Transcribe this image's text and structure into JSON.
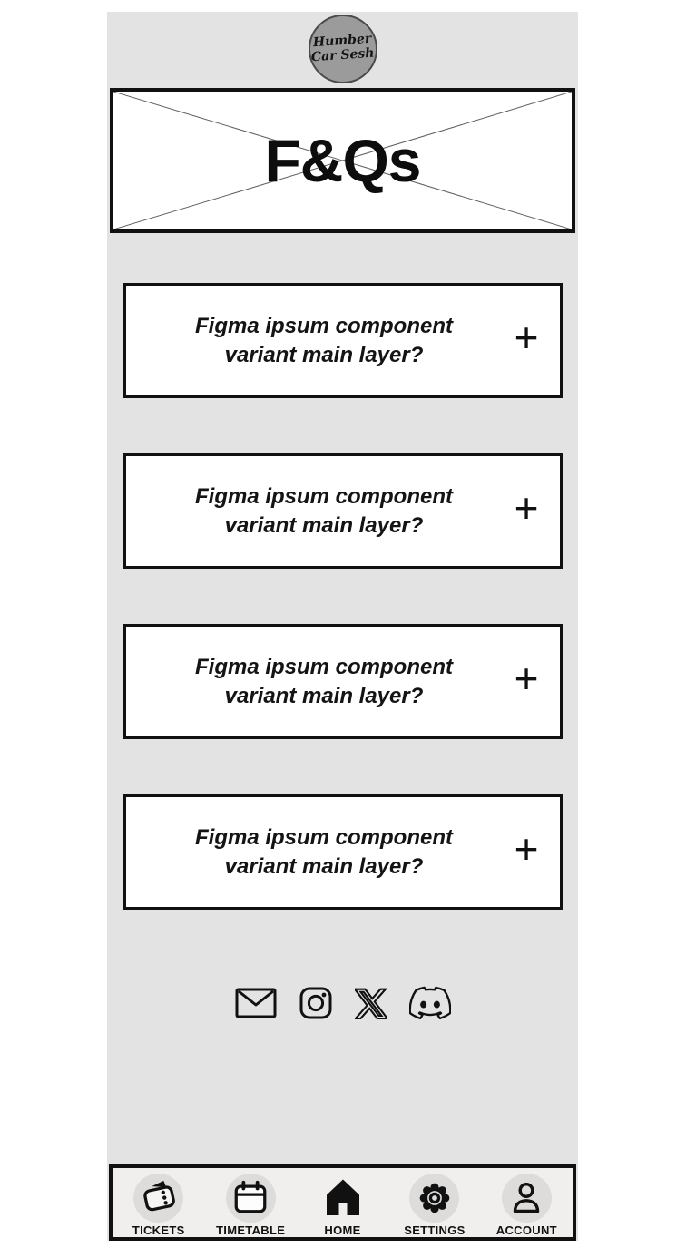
{
  "brand": {
    "logo_line1": "Humber",
    "logo_line2": "Car Sesh"
  },
  "hero": {
    "title": "F&Qs",
    "placeholder_style": "crossed-image-placeholder"
  },
  "faq": {
    "expand_symbol": "+",
    "items": [
      {
        "question": "Figma ipsum component variant main layer?"
      },
      {
        "question": "Figma ipsum component variant main layer?"
      },
      {
        "question": "Figma ipsum component variant main layer?"
      },
      {
        "question": "Figma ipsum component variant main layer?"
      }
    ]
  },
  "social": {
    "icons": [
      {
        "name": "email"
      },
      {
        "name": "instagram"
      },
      {
        "name": "x-twitter"
      },
      {
        "name": "discord"
      }
    ]
  },
  "nav": {
    "items": [
      {
        "label": "TICKETS",
        "icon": "tickets-icon",
        "active": false
      },
      {
        "label": "TIMETABLE",
        "icon": "calendar-icon",
        "active": false
      },
      {
        "label": "HOME",
        "icon": "home-icon",
        "active": true
      },
      {
        "label": "SETTINGS",
        "icon": "gear-icon",
        "active": false
      },
      {
        "label": "ACCOUNT",
        "icon": "person-icon",
        "active": false
      }
    ]
  },
  "colors": {
    "panel_bg": "#e3e3e3",
    "card_bg": "#ffffff",
    "nav_bg": "#f1efee",
    "nav_circle_bg": "#dedcdb",
    "logo_bg": "#9b9b9b",
    "border": "#111111"
  }
}
